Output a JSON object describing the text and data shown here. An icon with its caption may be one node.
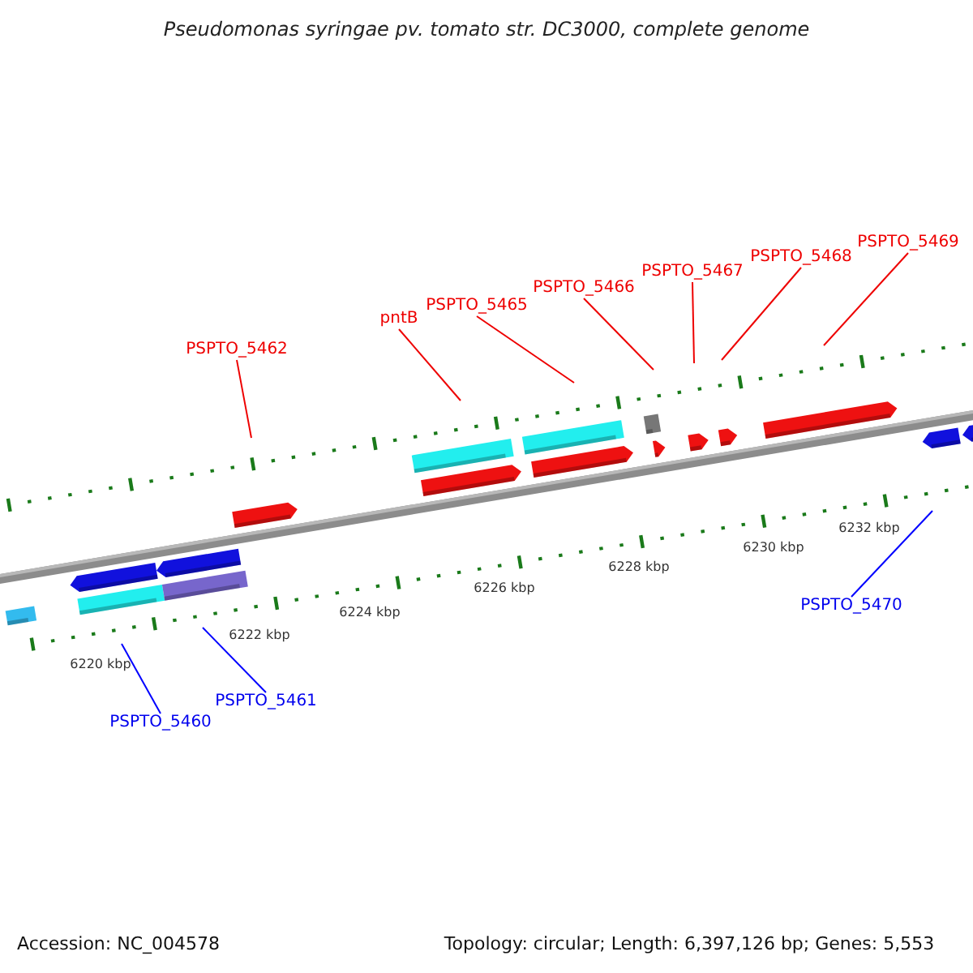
{
  "diagram": {
    "title": "Pseudomonas syringae pv. tomato str. DC3000, complete genome",
    "nodes": [
      {
        "text": [
          "PSPTO_5469"
        ]
      },
      {
        "text": [
          "PSPTO_5468"
        ]
      },
      {
        "text": [
          "PSPTO_5467"
        ]
      },
      {
        "text": [
          "PSPTO_5466"
        ]
      },
      {
        "text": [
          "PSPTO_5465"
        ]
      },
      {
        "text": [
          "pntB"
        ]
      },
      {
        "text": [
          "PSPTO_5462"
        ]
      },
      {
        "text": [
          "PSPTO_5470"
        ]
      },
      {
        "text": [
          "PSPTO_5461"
        ]
      },
      {
        "text": [
          "PSPTO_5460"
        ]
      }
    ],
    "edges": [
      {
        "from": 0,
        "to": null,
        "arrow": "none"
      },
      {
        "from": 1,
        "to": null,
        "arrow": "none"
      },
      {
        "from": 2,
        "to": null,
        "arrow": "none"
      },
      {
        "from": 3,
        "to": null,
        "arrow": "none"
      },
      {
        "from": 4,
        "to": null,
        "arrow": "none"
      },
      {
        "from": 5,
        "to": null,
        "arrow": "none"
      },
      {
        "from": 6,
        "to": null,
        "arrow": "none"
      },
      {
        "from": 7,
        "to": null,
        "arrow": "none",
        "color": "#0000ff"
      },
      {
        "from": 8,
        "to": null,
        "arrow": "none",
        "color": "#0000ff"
      },
      {
        "from": 9,
        "to": null,
        "arrow": "none",
        "color": "#0000ff"
      }
    ],
    "labels": [
      "6232 kbp",
      "6230 kbp",
      "6228 kbp",
      "6226 kbp",
      "6224 kbp",
      "6222 kbp",
      "6220 kbp",
      "Accession: NC_004578",
      "Topology: circular; Length: 6,397,126 bp; Genes: 5,553"
    ]
  }
}
